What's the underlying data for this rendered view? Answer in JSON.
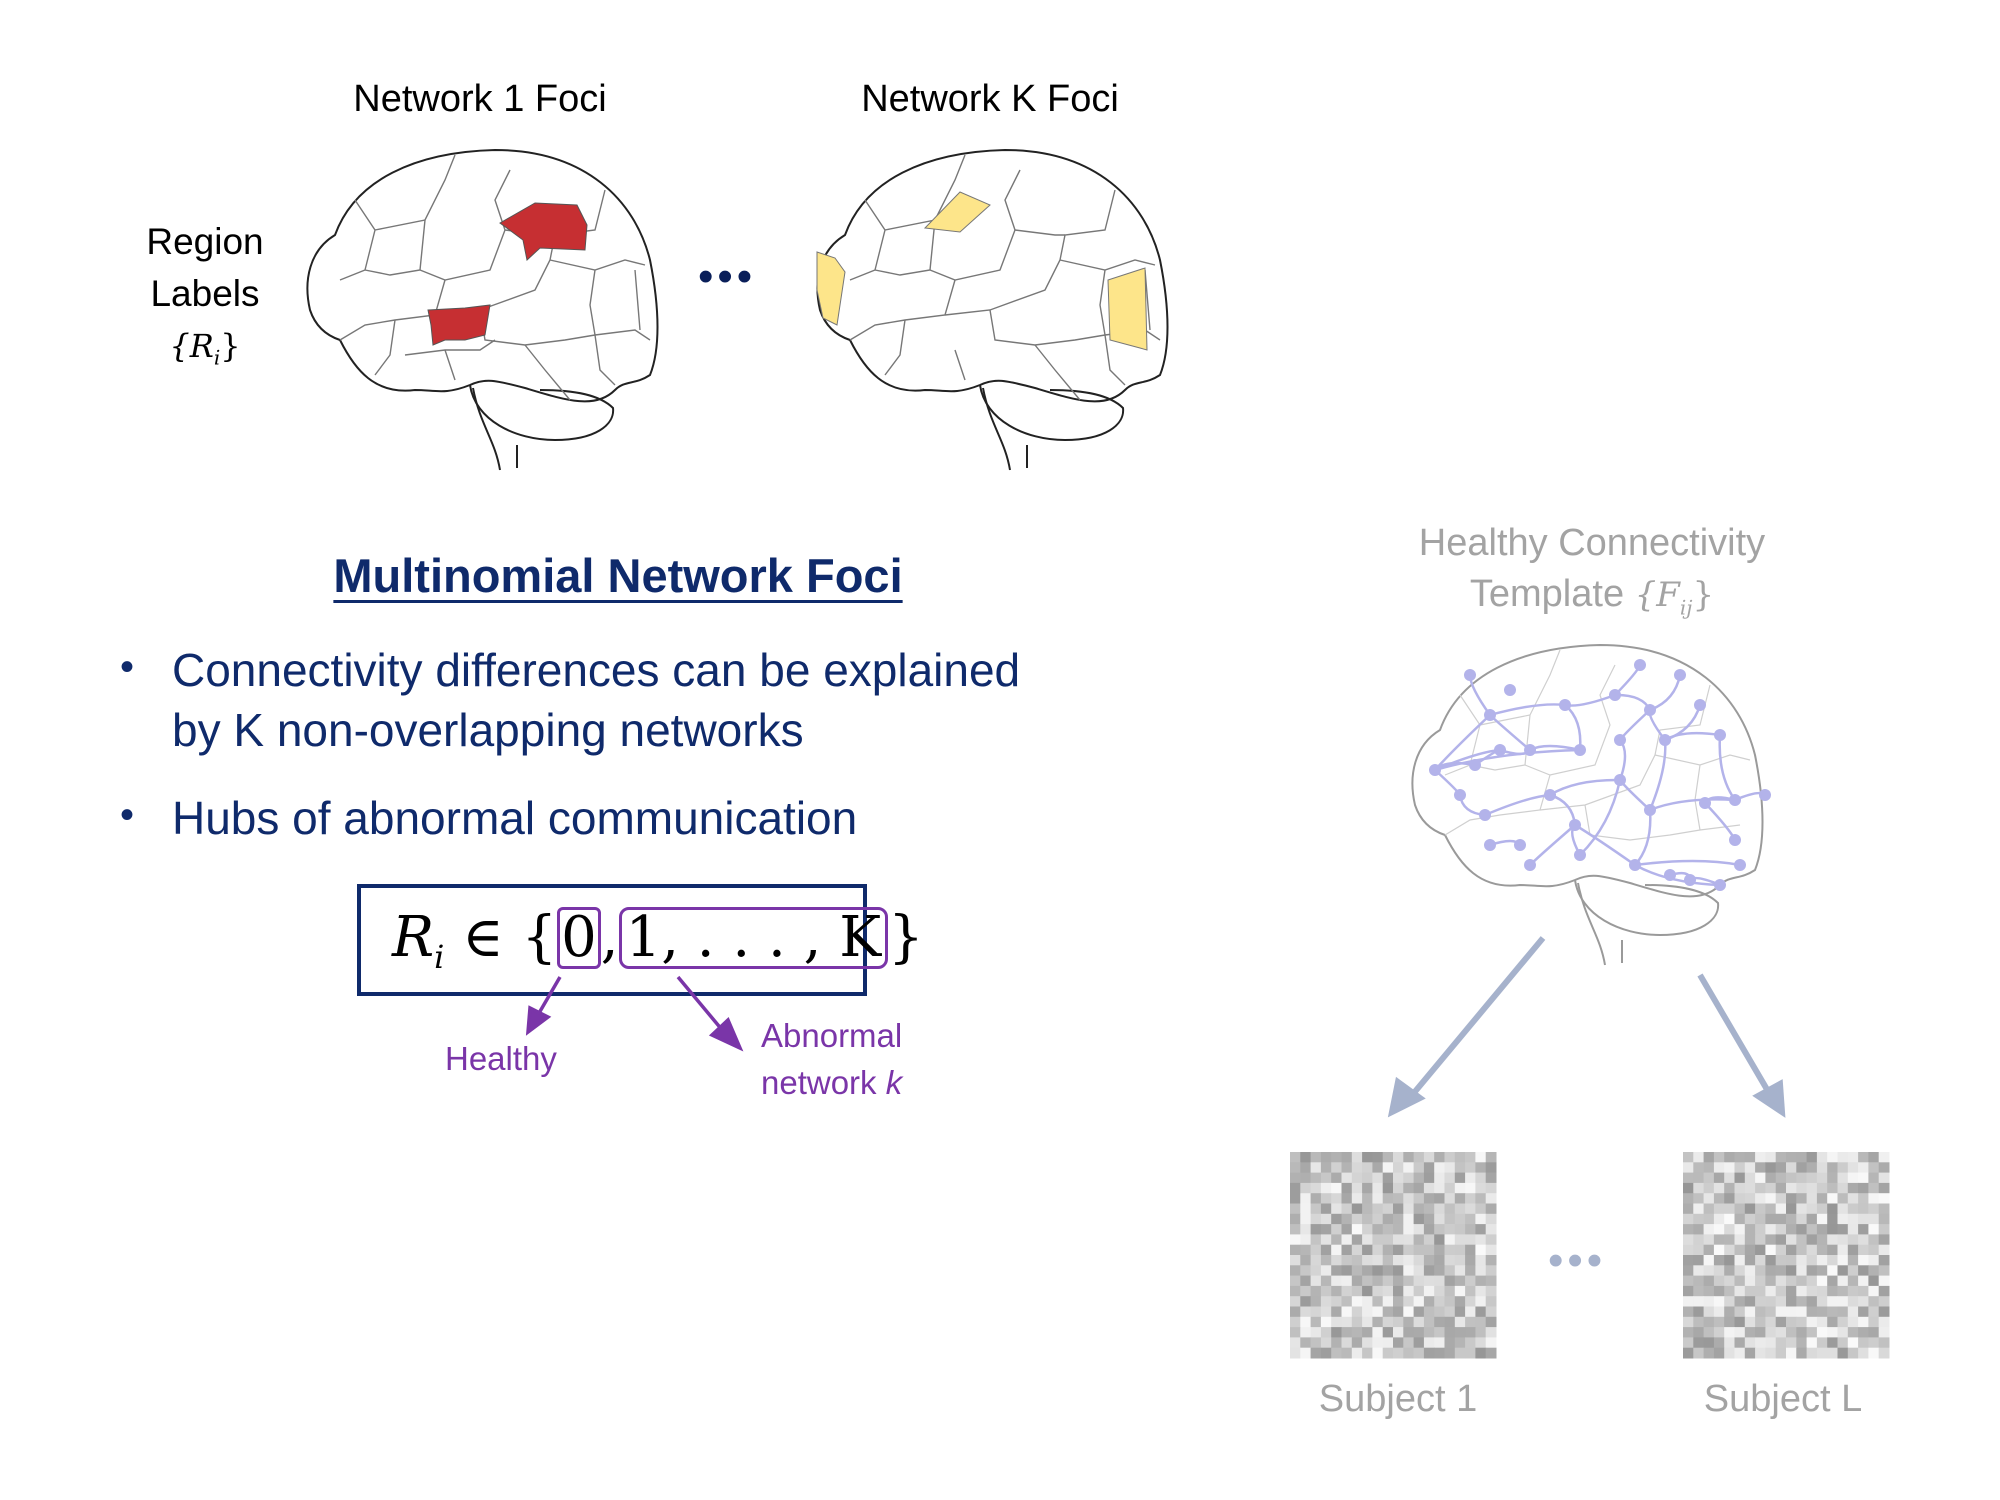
{
  "top_panel": {
    "network_1_title": "Network 1 Foci",
    "network_k_title": "Network K Foci",
    "region_labels": {
      "line1": "Region",
      "line2": "Labels",
      "math": "{R",
      "math_sub": "i",
      "math_close": "}"
    },
    "ellipsis": "•••",
    "network_1_color": "#c62f32",
    "network_k_color": "#fde58a"
  },
  "main": {
    "title": "Multinomial Network Foci",
    "bullets": [
      {
        "line1": "Connectivity differences can be explained",
        "line2": "by K non-overlapping networks"
      },
      {
        "line1": "Hubs of abnormal communication"
      }
    ],
    "formula": {
      "lhs": "R",
      "lhs_sub": "i",
      "in": "∈",
      "open": "{",
      "healthy_value": "0",
      "comma": ",",
      "abnormal_values": "1, . . . , K",
      "close": "}"
    },
    "annotations": {
      "healthy": "Healthy",
      "abnormal_line1": "Abnormal",
      "abnormal_line2_prefix": "network ",
      "abnormal_line2_var": "k"
    },
    "accent_color": "#0f2a6b",
    "annotation_color": "#7a35a8"
  },
  "right_panel": {
    "template_line1": "Healthy Connectivity",
    "template_line2": "Template ",
    "template_math": "{F",
    "template_math_sub": "ij",
    "template_math_close": "}",
    "subjects": [
      {
        "label": "Subject 1"
      },
      {
        "label": "Subject L"
      }
    ],
    "ellipsis": "•••",
    "network_color": "#b3b3ea",
    "arrow_color": "#a6b2cc"
  }
}
